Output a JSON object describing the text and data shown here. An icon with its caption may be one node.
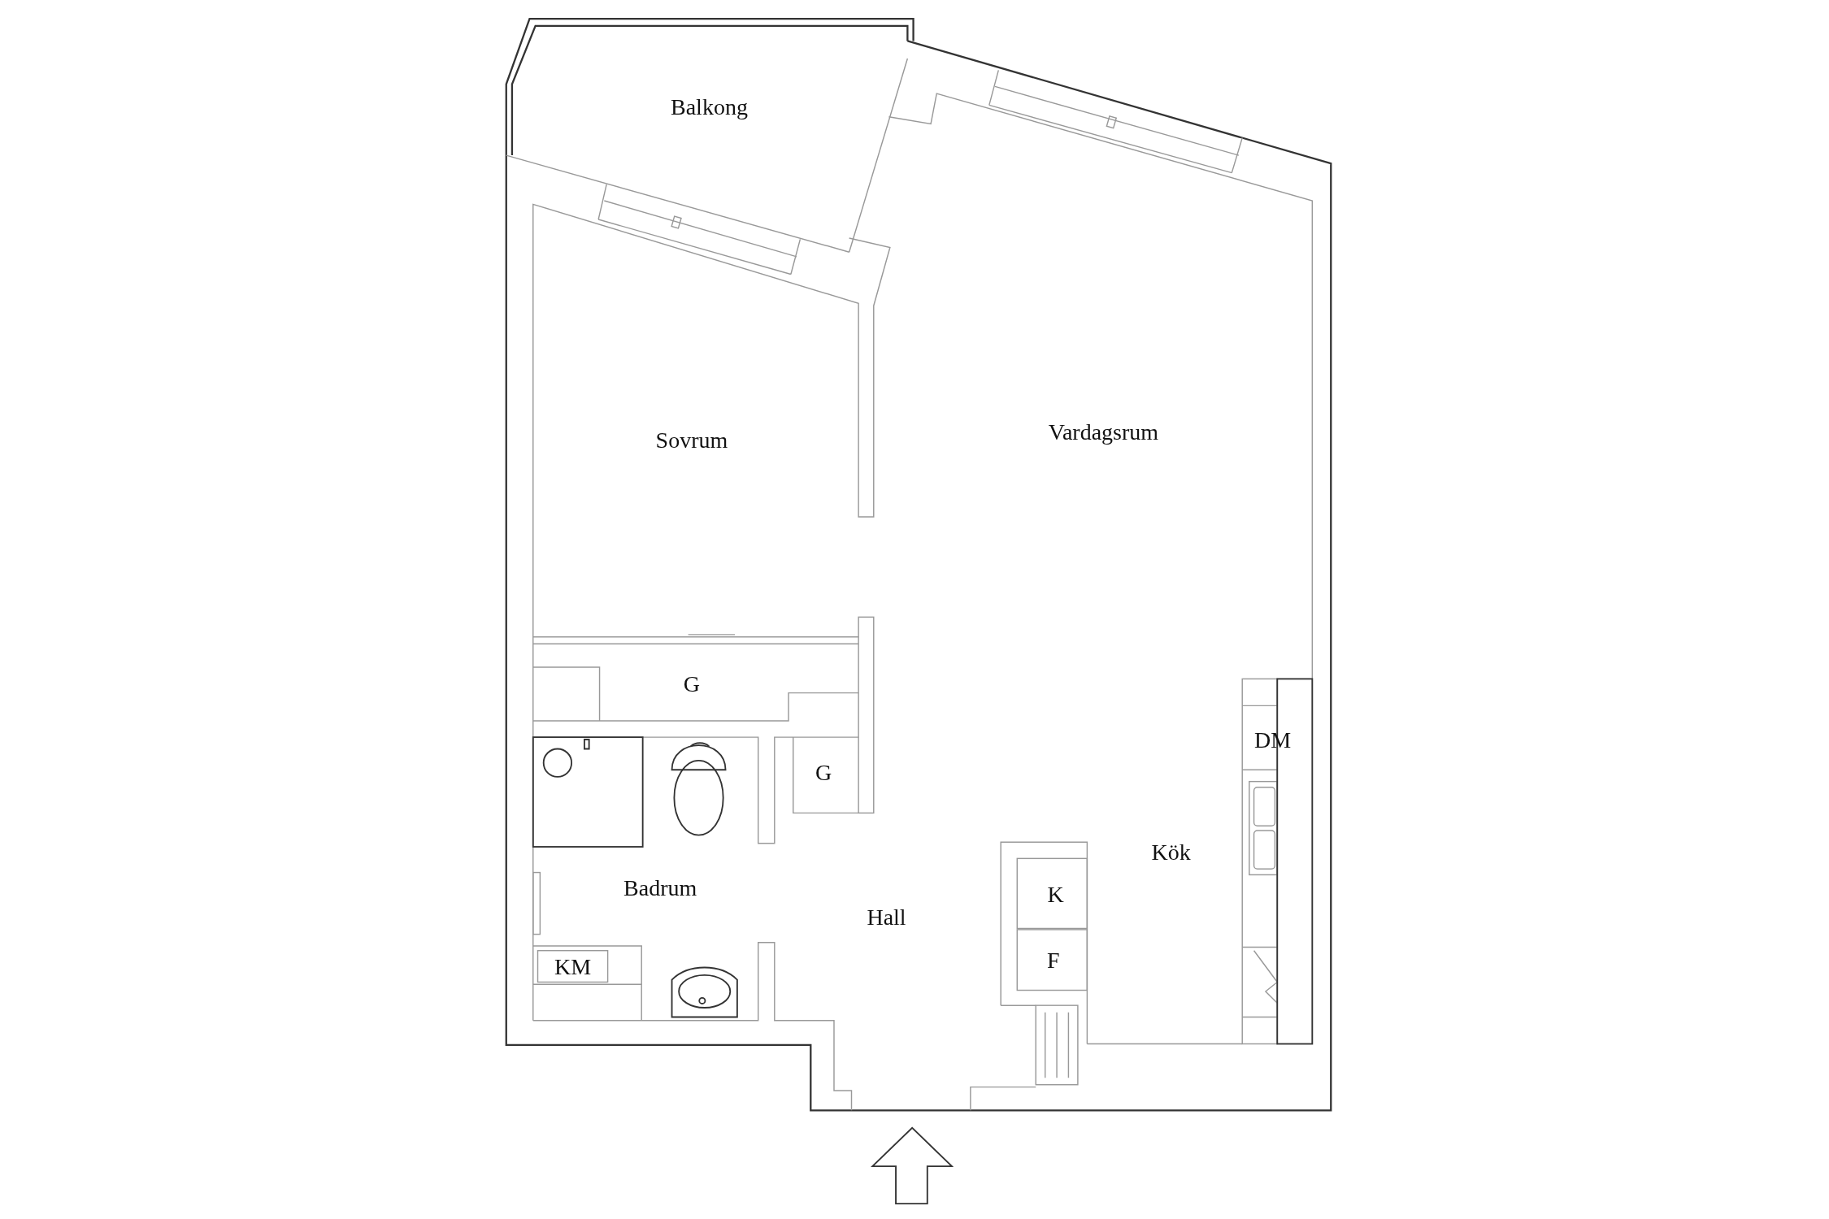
{
  "diagram": {
    "labels": [
      "Balkong",
      "Vardagsrum",
      "Sovrum",
      "G",
      "DM",
      "G",
      "Kök",
      "Badrum",
      "K",
      "Hall",
      "F",
      "KM"
    ]
  }
}
